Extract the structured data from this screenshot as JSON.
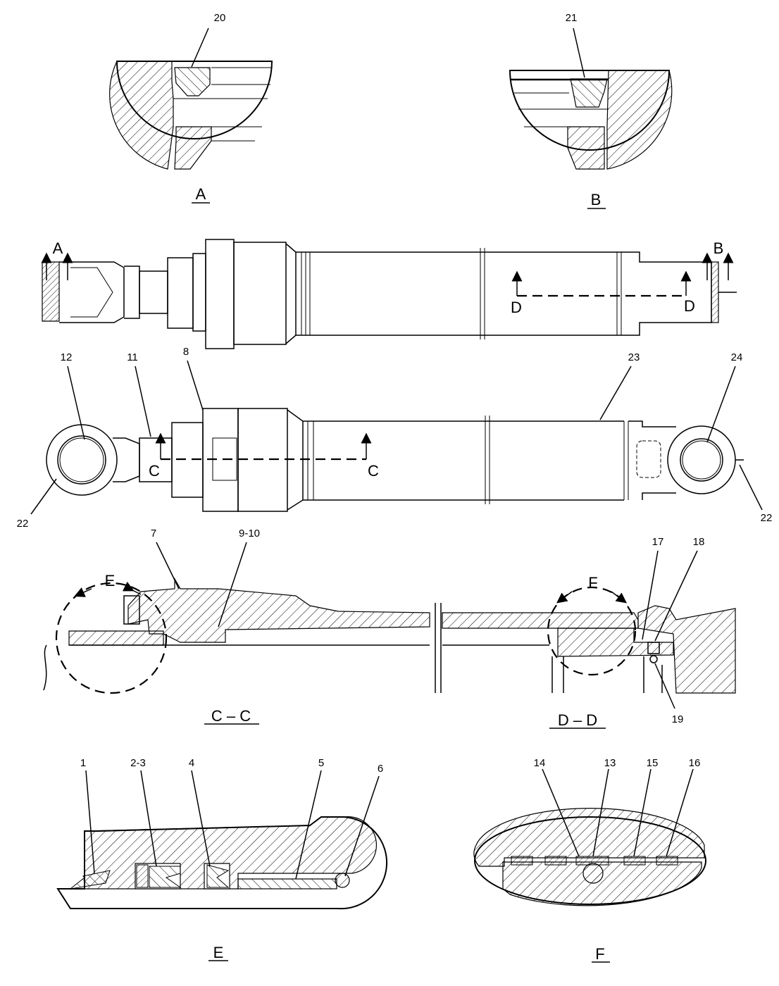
{
  "views": {
    "detail_a": "A",
    "detail_b": "B",
    "section_cc": "C – C",
    "section_dd": "D – D",
    "detail_e": "E",
    "detail_f": "F"
  },
  "section_marks": {
    "a": "A",
    "b": "B",
    "c_left": "C",
    "c_right": "C",
    "d_left": "D",
    "d_right": "D",
    "e": "E",
    "f": "F"
  },
  "callouts": {
    "p20": "20",
    "p21": "21",
    "p12": "12",
    "p11": "11",
    "p8": "8",
    "p23": "23",
    "p24": "24",
    "p22_left": "22",
    "p22_right": "22",
    "p7": "7",
    "p9_10": "9-10",
    "p17": "17",
    "p18": "18",
    "p19": "19",
    "p1": "1",
    "p2_3": "2-3",
    "p4": "4",
    "p5": "5",
    "p6": "6",
    "p14": "14",
    "p13": "13",
    "p15": "15",
    "p16": "16"
  }
}
